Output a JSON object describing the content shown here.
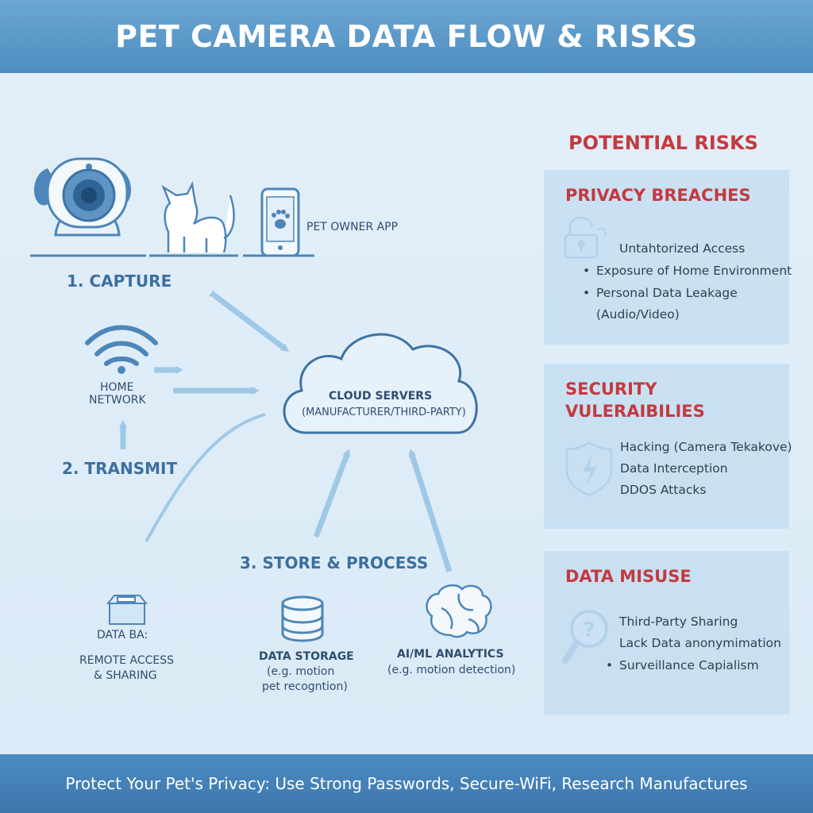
{
  "header": {
    "title": "PET CAMERA DATA FLOW & RISKS"
  },
  "flow": {
    "step1": "1. CAPTURE",
    "step2": "2. TRANSMIT",
    "step3": "3. STORE & PROCESS",
    "app_label": "PET OWNER APP",
    "network_label_1": "HOME",
    "network_label_2": "NETWORK",
    "cloud_title": "CLOUD SERVERS",
    "cloud_subtitle": "(MANUFACTURER/THIRD-PARTY)",
    "data_label": "DATA BA:",
    "remote_label_1": "REMOTE ACCESS",
    "remote_label_2": "& SHARING",
    "storage_title": "DATA STORAGE",
    "storage_sub_1": "(e.g. motion",
    "storage_sub_2": "pet recogntion)",
    "ai_title": "AI/ML ANALYTICS",
    "ai_sub": "(e.g. motion detection)"
  },
  "risks": {
    "title": "POTENTIAL RISKS",
    "privacy": {
      "title": "PRIVACY BREACHES",
      "items": [
        "Untahtorized Access",
        "Exposure of Home Environment",
        "Personal Data Leakage",
        "(Audio/Video)"
      ]
    },
    "security": {
      "title_1": "SECURITY",
      "title_2": "VULERAIBILIES",
      "items": [
        "Hacking (Camera Tekakove)",
        "Data Interception",
        "DDOS Attacks"
      ]
    },
    "misuse": {
      "title": "DATA MISUSE",
      "items": [
        "Third-Party Sharing",
        "Lack Data anonymimation",
        "Surveillance Capialism"
      ]
    }
  },
  "footer": {
    "text": "Protect Your Pet's Privacy: Use Strong Passwords, Secure-WiFi, Research Manufactures"
  },
  "colors": {
    "header": "#5b9ac9",
    "risk_red": "#c33a3f",
    "icon_blue": "#4d86b8",
    "panel": "#c6def2"
  }
}
